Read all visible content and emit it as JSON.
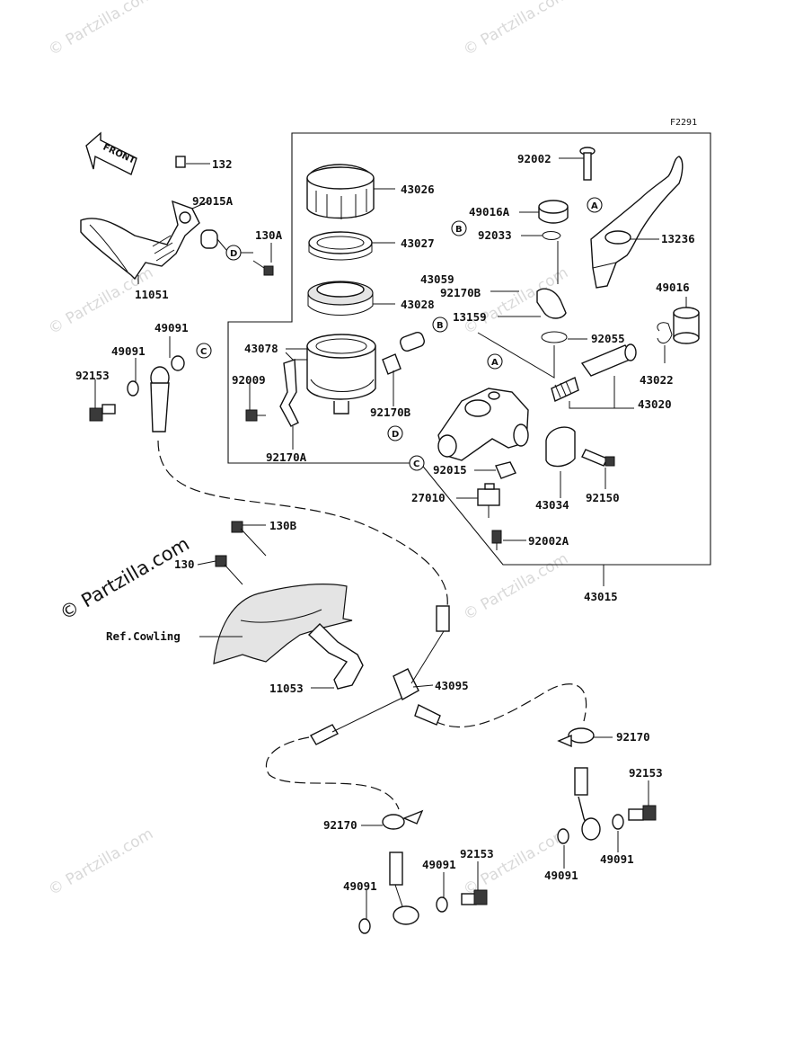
{
  "diagram_code": "F2291",
  "front_label": "FRONT",
  "watermark": {
    "small": "© Partzilla.com",
    "large": "© Partzilla.com"
  },
  "ref_cowling": "Ref.Cowling",
  "callouts": {
    "a": "A",
    "b": "B",
    "c": "C",
    "d": "D"
  },
  "parts": {
    "p132": "132",
    "p92015A": "92015A",
    "p130A": "130A",
    "p11051": "11051",
    "p49091a": "49091",
    "p49091b": "49091",
    "p92153a": "92153",
    "p43026": "43026",
    "p43027": "43027",
    "p43028": "43028",
    "p43078": "43078",
    "p92009": "92009",
    "p92170B_a": "92170B",
    "p92170A": "92170A",
    "p92002": "92002",
    "p49016A": "49016A",
    "p92033": "92033",
    "p43059": "43059",
    "p92170B_b": "92170B",
    "p13159": "13159",
    "p13236": "13236",
    "p49016": "49016",
    "p92055": "92055",
    "p43022": "43022",
    "p43020": "43020",
    "p92015": "92015",
    "p43034": "43034",
    "p92150": "92150",
    "p27010": "27010",
    "p92002A": "92002A",
    "p43015": "43015",
    "p130B": "130B",
    "p130": "130",
    "p11053": "11053",
    "p43095": "43095",
    "p92170a": "92170",
    "p92153b": "92153",
    "p49091c": "49091",
    "p49091d": "49091",
    "p92170b": "92170",
    "p49091e": "49091",
    "p49091f": "49091",
    "p92153c": "92153"
  }
}
